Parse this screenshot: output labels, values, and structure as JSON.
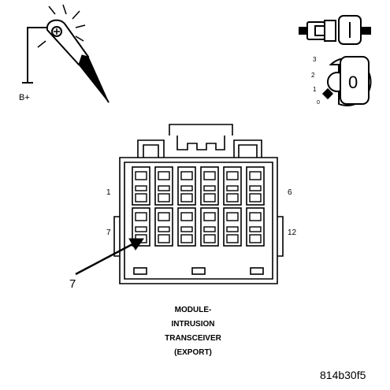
{
  "probe": {
    "label": "B+"
  },
  "ignition": {
    "positions": [
      "3",
      "2",
      "1",
      "0"
    ],
    "key_label": "0"
  },
  "connector": {
    "rows": 2,
    "columns": 6,
    "pin_labels": {
      "top_left": "1",
      "top_right": "6",
      "bottom_left": "7",
      "bottom_right": "12"
    },
    "callout": "7"
  },
  "caption": [
    "MODULE-",
    "INTRUSION",
    "TRANSCEIVER",
    "(EXPORT)"
  ],
  "figure_id": "814b30f5"
}
